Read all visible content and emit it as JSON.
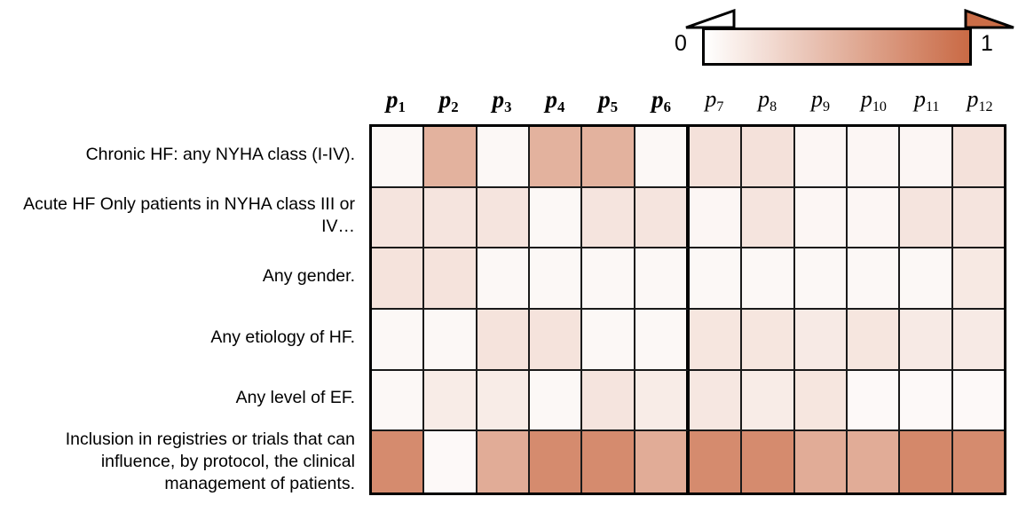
{
  "colorbar": {
    "min_label": "0",
    "max_label": "1",
    "low_color": "#ffffff",
    "high_color": "#c96a45",
    "arrow_left_name": "colorbar-arrow-low",
    "arrow_right_name": "colorbar-arrow-high"
  },
  "chart_data": {
    "type": "heatmap",
    "title": "",
    "xlabel": "",
    "ylabel": "",
    "colormap": "white-to-orange",
    "zlim": [
      0,
      1
    ],
    "grid": true,
    "legend": "colorbar-top-right",
    "block_divider_after_column": 6,
    "columns": [
      {
        "label": "p",
        "sub": "1",
        "emphasis": "bold"
      },
      {
        "label": "p",
        "sub": "2",
        "emphasis": "bold"
      },
      {
        "label": "p",
        "sub": "3",
        "emphasis": "bold"
      },
      {
        "label": "p",
        "sub": "4",
        "emphasis": "bold"
      },
      {
        "label": "p",
        "sub": "5",
        "emphasis": "bold"
      },
      {
        "label": "p",
        "sub": "6",
        "emphasis": "bold"
      },
      {
        "label": "p",
        "sub": "7",
        "emphasis": "normal"
      },
      {
        "label": "p",
        "sub": "8",
        "emphasis": "normal"
      },
      {
        "label": "p",
        "sub": "9",
        "emphasis": "normal"
      },
      {
        "label": "p",
        "sub": "10",
        "emphasis": "normal"
      },
      {
        "label": "p",
        "sub": "11",
        "emphasis": "normal"
      },
      {
        "label": "p",
        "sub": "12",
        "emphasis": "normal"
      }
    ],
    "column_labels": [
      "p1",
      "p2",
      "p3",
      "p4",
      "p5",
      "p6",
      "p7",
      "p8",
      "p9",
      "p10",
      "p11",
      "p12"
    ],
    "rows": [
      "Chronic HF: any NYHA class (I-IV).",
      "Acute HF Only patients in NYHA class III or IV…",
      "Any gender.",
      "Any etiology of HF.",
      "Any level of EF.",
      "Inclusion in registries or trials that can influence, by protocol, the clinical management of patients."
    ],
    "values": [
      [
        0.05,
        0.52,
        0.05,
        0.52,
        0.52,
        0.05,
        0.2,
        0.2,
        0.06,
        0.06,
        0.06,
        0.2
      ],
      [
        0.18,
        0.18,
        0.18,
        0.05,
        0.18,
        0.18,
        0.06,
        0.18,
        0.06,
        0.06,
        0.18,
        0.18
      ],
      [
        0.19,
        0.19,
        0.05,
        0.05,
        0.05,
        0.05,
        0.05,
        0.05,
        0.05,
        0.05,
        0.05,
        0.15
      ],
      [
        0.05,
        0.05,
        0.19,
        0.19,
        0.05,
        0.05,
        0.17,
        0.17,
        0.14,
        0.17,
        0.14,
        0.14
      ],
      [
        0.05,
        0.13,
        0.13,
        0.05,
        0.18,
        0.13,
        0.16,
        0.13,
        0.17,
        0.04,
        0.04,
        0.04
      ],
      [
        0.78,
        0.04,
        0.56,
        0.78,
        0.78,
        0.56,
        0.78,
        0.78,
        0.56,
        0.56,
        0.8,
        0.78
      ]
    ]
  }
}
